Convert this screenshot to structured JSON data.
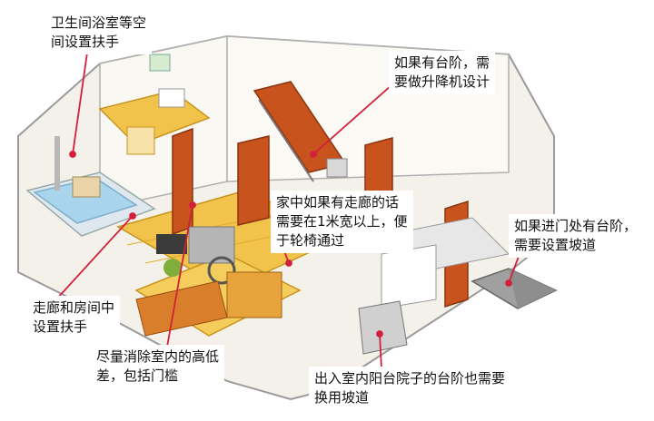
{
  "annotations": {
    "bathroom_handrails": [
      "卫生间浴室等空",
      "间设置扶手"
    ],
    "stair_lift": [
      "如果有台阶，需",
      "要做升降机设计"
    ],
    "corridor_width": [
      "家中如果有走廊的话",
      "需要在1米宽以上，便",
      "于轮椅通过"
    ],
    "entrance_ramp": [
      "如果进门处有台阶，",
      "需要设置坡道"
    ],
    "corridor_handrails": [
      "走廊和房间中",
      "设置扶手"
    ],
    "floor_level": [
      "尽量消除室内的高低",
      "差，包括门槛"
    ],
    "porch_ramp": [
      "出入室内阳台院子的台阶也需要",
      "换用坡道"
    ]
  },
  "colors": {
    "leader_line": "#d3203a",
    "wall": "#f4f1ea",
    "floor_wood": "#f2c34a",
    "door": "#c9531d",
    "floor_grey": "#8e8e8e",
    "water": "#a8d4ec"
  }
}
